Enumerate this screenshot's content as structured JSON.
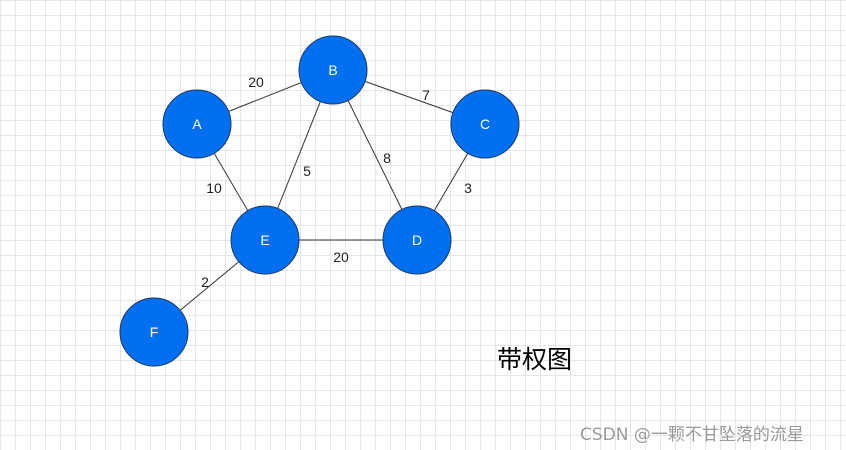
{
  "diagram": {
    "caption": "带权图",
    "colors": {
      "node_fill": "#0070f0",
      "node_text": "#ffffff",
      "edge": "#333333"
    },
    "nodes": [
      {
        "id": "A",
        "label": "A"
      },
      {
        "id": "B",
        "label": "B"
      },
      {
        "id": "C",
        "label": "C"
      },
      {
        "id": "D",
        "label": "D"
      },
      {
        "id": "E",
        "label": "E"
      },
      {
        "id": "F",
        "label": "F"
      }
    ],
    "edges": [
      {
        "from": "A",
        "to": "B",
        "weight": "20"
      },
      {
        "from": "B",
        "to": "C",
        "weight": "7"
      },
      {
        "from": "A",
        "to": "E",
        "weight": "10"
      },
      {
        "from": "B",
        "to": "E",
        "weight": "5"
      },
      {
        "from": "B",
        "to": "D",
        "weight": "8"
      },
      {
        "from": "C",
        "to": "D",
        "weight": "3"
      },
      {
        "from": "E",
        "to": "D",
        "weight": "20"
      },
      {
        "from": "E",
        "to": "F",
        "weight": "2"
      }
    ]
  },
  "watermark": "CSDN @一颗不甘坠落的流星"
}
